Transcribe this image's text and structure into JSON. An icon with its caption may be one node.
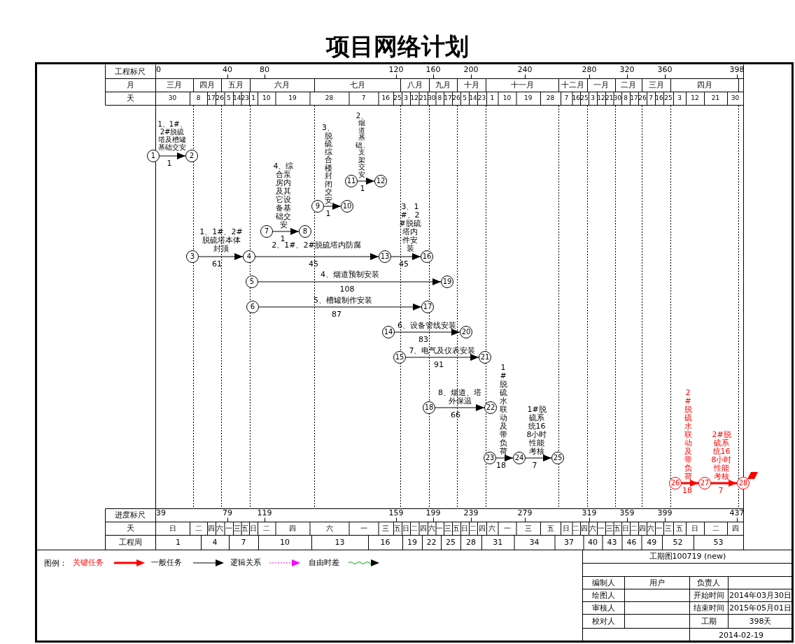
{
  "diagram": {
    "title": "项目网络计划",
    "nodes": [
      {
        "text": [
          "1"
        ]
      },
      {
        "text": [
          "2"
        ]
      },
      {
        "text": [
          "3"
        ]
      },
      {
        "text": [
          "4"
        ]
      },
      {
        "text": [
          "5"
        ]
      },
      {
        "text": [
          "6"
        ]
      },
      {
        "text": [
          "7"
        ]
      },
      {
        "text": [
          "8"
        ]
      },
      {
        "text": [
          "9"
        ]
      },
      {
        "text": [
          "10"
        ]
      },
      {
        "text": [
          "11"
        ]
      },
      {
        "text": [
          "12"
        ]
      },
      {
        "text": [
          "13"
        ]
      },
      {
        "text": [
          "14"
        ]
      },
      {
        "text": [
          "15"
        ]
      },
      {
        "text": [
          "16"
        ]
      },
      {
        "text": [
          "17"
        ]
      },
      {
        "text": [
          "18"
        ]
      },
      {
        "text": [
          "19"
        ]
      },
      {
        "text": [
          "20"
        ]
      },
      {
        "text": [
          "21"
        ]
      },
      {
        "text": [
          "22"
        ]
      },
      {
        "text": [
          "23"
        ]
      },
      {
        "text": [
          "24"
        ]
      },
      {
        "text": [
          "25"
        ]
      },
      {
        "text": [
          "26"
        ]
      },
      {
        "text": [
          "27"
        ]
      },
      {
        "text": [
          "28"
        ]
      }
    ],
    "edges": [
      {
        "from": 0,
        "to": 1,
        "arrow": "to",
        "label": "1、1#、2#脱硫塔及槽罐基础交安"
      },
      {
        "from": 2,
        "to": 3,
        "arrow": "to",
        "label": "1、1#、2#脱硫塔本体封顶"
      },
      {
        "from": 3,
        "to": 12,
        "arrow": "to",
        "label": "2、1#、2#脱硫塔内防腐"
      },
      {
        "from": 12,
        "to": 15,
        "arrow": "to",
        "label": "3、1#、2#脱硫塔内件安装"
      },
      {
        "from": 4,
        "to": 18,
        "arrow": "to",
        "label": "4、烟道预制安装"
      },
      {
        "from": 5,
        "to": 16,
        "arrow": "to",
        "label": "5、槽罐制作安装"
      },
      {
        "from": 6,
        "to": 7,
        "arrow": "to",
        "label": "4、综合泵房内及其它设备基础交安"
      },
      {
        "from": 8,
        "to": 9,
        "arrow": "to",
        "label": "3、脱硫综合楼封闭交安"
      },
      {
        "from": 10,
        "to": 11,
        "arrow": "to",
        "label": "2、烟道基础、支架交安"
      },
      {
        "from": 13,
        "to": 19,
        "arrow": "to",
        "label": "6、设备管线安装"
      },
      {
        "from": 14,
        "to": 20,
        "arrow": "to",
        "label": "7、电气及仪表安装"
      },
      {
        "from": 17,
        "to": 21,
        "arrow": "to",
        "label": "8、烟道、塔外保温"
      },
      {
        "from": 22,
        "to": 23,
        "arrow": "to",
        "label": "1#脱硫水联动及带负荷"
      },
      {
        "from": 23,
        "to": 24,
        "arrow": "to",
        "label": "1#脱硫系统168小时性能考核"
      },
      {
        "from": 25,
        "to": 26,
        "arrow": "to",
        "label": "2#脱硫水联动及带负荷",
        "style": "thick",
        "color": "#ff0000"
      },
      {
        "from": 26,
        "to": 27,
        "arrow": "to",
        "label": "2#脱硫系统168小时性能考核",
        "style": "thick",
        "color": "#ff0000"
      }
    ],
    "labels": [
      "工程标尺",
      "0",
      "40",
      "80",
      "120",
      "160",
      "200",
      "240",
      "280",
      "320",
      "360",
      "398",
      "月",
      "三月",
      "四月",
      "五月",
      "六月",
      "七月",
      "八月",
      "九月",
      "十月",
      "十一月",
      "十二月",
      "一月",
      "二月",
      "三月",
      "四月",
      "天",
      "30",
      "8",
      "17",
      "26",
      "5",
      "14",
      "23",
      "1",
      "10",
      "19",
      "28",
      "7",
      "16",
      "25",
      "3",
      "12",
      "21",
      "30",
      "8",
      "17",
      "26",
      "5",
      "14",
      "23",
      "1",
      "10",
      "19",
      "28",
      "7",
      "16",
      "25",
      "3",
      "12",
      "21",
      "30",
      "8",
      "17",
      "26",
      "7",
      "16",
      "25",
      "3",
      "12",
      "21",
      "30",
      "1",
      "61",
      "45",
      "45",
      "108",
      "87",
      "1",
      "1",
      "1",
      "83",
      "91",
      "66",
      "18",
      "7",
      "18",
      "7",
      "进度标尺",
      "39",
      "79",
      "119",
      "159",
      "199",
      "239",
      "279",
      "319",
      "359",
      "399",
      "437",
      "天",
      "日",
      "二",
      "四",
      "六",
      "一",
      "三",
      "五",
      "日",
      "二",
      "四",
      "六",
      "一",
      "三",
      "五",
      "日",
      "二",
      "四",
      "六",
      "一",
      "三",
      "五",
      "日",
      "二",
      "四",
      "六",
      "一",
      "三",
      "五",
      "日",
      "二",
      "四",
      "六",
      "一",
      "三",
      "五",
      "日",
      "二",
      "四",
      "六",
      "一",
      "三",
      "五",
      "日",
      "二",
      "四",
      "工程周",
      "1",
      "4",
      "7",
      "10",
      "13",
      "16",
      "19",
      "22",
      "25",
      "28",
      "31",
      "34",
      "37",
      "40",
      "43",
      "46",
      "49",
      "52",
      "53",
      "图例：",
      "工期图100719 (new)",
      "编制人",
      "用户",
      "负责人",
      "绘图人",
      "开始时间",
      "2014年03月30日",
      "审核人",
      "结束时间",
      "2015年05月01日",
      "校对人",
      "工期",
      "398天",
      "2014-02-19"
    ],
    "legend": [
      {
        "text": "关键任务"
      },
      {
        "text": "一般任务"
      },
      {
        "text": "逻辑关系"
      },
      {
        "text": "自由时差"
      }
    ]
  }
}
